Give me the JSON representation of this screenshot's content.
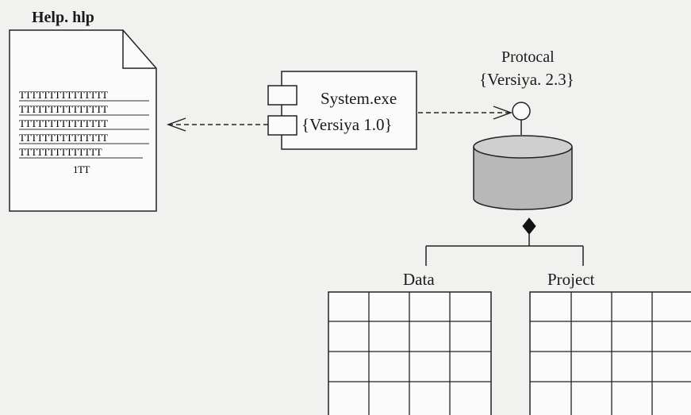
{
  "document": {
    "title": "Help. hlp",
    "text_lines": [
      "TTTTTTTTTTTTTTT",
      "TTTTTTTTTTTTTTT",
      "TTTTTTTTTTTTTTT",
      "TTTTTTTTTTTTTTT",
      "TTTTTTTTTTTTTT"
    ],
    "footer_text": "1TT"
  },
  "component": {
    "name": "System.exe",
    "version": "{Versiya 1.0}"
  },
  "interface": {
    "name": "Protocal",
    "version": "{Versiya. 2.3}"
  },
  "tables": [
    {
      "name": "Data"
    },
    {
      "name": "Project"
    }
  ],
  "colors": {
    "background": "#f1f1ef",
    "line": "#222222",
    "database_fill": "#b8b8b8"
  }
}
